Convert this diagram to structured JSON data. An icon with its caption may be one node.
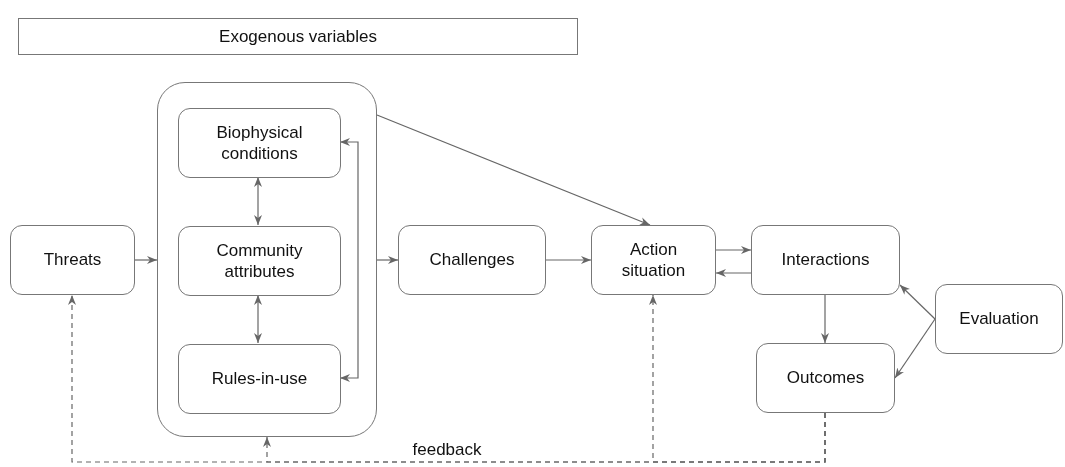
{
  "diagram": {
    "nodes": [
      {
        "text": [
          "Exogenous variables"
        ]
      },
      {
        "text": [],
        "shape": "box"
      },
      {
        "text": [
          "Biophysical conditions"
        ],
        "in": 1
      },
      {
        "text": [
          "Community attributes"
        ],
        "in": 1
      },
      {
        "text": [
          "Rules-in-use"
        ],
        "in": 1
      },
      {
        "text": [
          "Threats"
        ]
      },
      {
        "text": [
          "Challenges"
        ]
      },
      {
        "text": [
          "Action situation"
        ]
      },
      {
        "text": [
          "Interactions"
        ]
      },
      {
        "text": [
          "Evaluation"
        ]
      },
      {
        "text": [
          "Outcomes"
        ]
      }
    ],
    "edges": [
      {
        "from": 5,
        "to": 1,
        "arrow": "to"
      },
      {
        "from": 1,
        "to": 6,
        "arrow": "to"
      },
      {
        "from": 1,
        "to": 7,
        "arrow": "to"
      },
      {
        "from": 6,
        "to": 7,
        "arrow": "to"
      },
      {
        "from": 7,
        "to": 8,
        "arrow": "to"
      },
      {
        "from": 8,
        "to": 7,
        "arrow": "to"
      },
      {
        "from": 2,
        "to": 3,
        "arrow": "both"
      },
      {
        "from": 3,
        "to": 4,
        "arrow": "both"
      },
      {
        "from": 2,
        "to": 4,
        "arrow": "both"
      },
      {
        "from": 8,
        "to": 10,
        "arrow": "to"
      },
      {
        "from": 9,
        "to": 8,
        "arrow": "to"
      },
      {
        "from": 9,
        "to": 10,
        "arrow": "to"
      },
      {
        "from": 10,
        "to": 5,
        "arrow": "to",
        "style": "dashed",
        "label": "feedback"
      },
      {
        "from": 10,
        "to": 1,
        "arrow": "to",
        "style": "dashed"
      },
      {
        "from": 10,
        "to": 7,
        "arrow": "to",
        "style": "dashed"
      }
    ]
  }
}
